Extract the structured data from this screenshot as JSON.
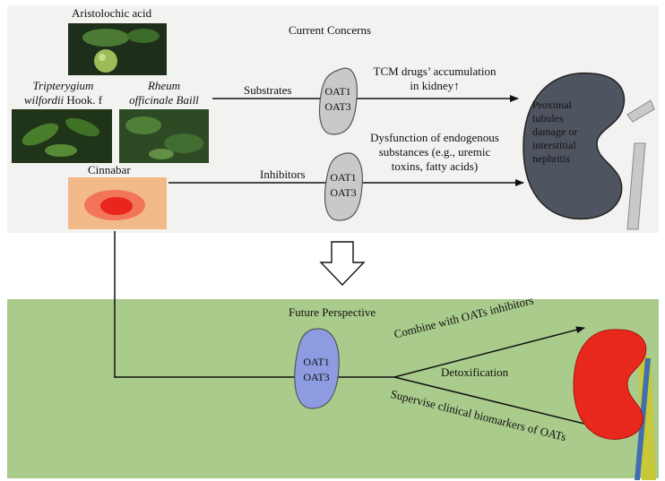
{
  "colors": {
    "top_panel": "#f2f2f0",
    "bottom_panel": "#a9cb8c",
    "kidney_damaged": "#4f5560",
    "kidney_healthy": "#e8281c",
    "transporter_gray": "#c9c9c9",
    "transporter_blue": "#8d9ce0"
  },
  "top": {
    "title": "Current Concerns",
    "herbs": {
      "aristolochic": "Aristolochic acid",
      "tripterygium_italic": "Tripterygium",
      "tripterygium_italic2": "wilfordii",
      "tripterygium_rest": " Hook. f",
      "rheum_line1": "Rheum",
      "rheum_line2": "officinale Baill",
      "cinnabar": "Cinnabar"
    },
    "substrates_label": "Substrates",
    "inhibitors_label": "Inhibitors",
    "transporter1": [
      "OAT1",
      "OAT3"
    ],
    "transporter2": [
      "OAT1",
      "OAT3"
    ],
    "effect1": [
      "TCM drugs’ accumulation",
      "in kidney↑"
    ],
    "effect2": [
      "Dysfunction of endogenous",
      "substances (e.g., uremic",
      "toxins, fatty acids)"
    ],
    "kidney_text": [
      "Proximal",
      "tubules",
      "damage or",
      "interstitial",
      "nephritis"
    ]
  },
  "bottom": {
    "title": "Future Perspective",
    "transporter": [
      "OAT1",
      "OAT3"
    ],
    "combine": "Combine with OATs inhibitors",
    "detox": "Detoxification",
    "supervise": "Supervise clinical biomarkers of OATs"
  },
  "icons": {
    "transition_arrow": "hollow-down-arrow-icon"
  }
}
